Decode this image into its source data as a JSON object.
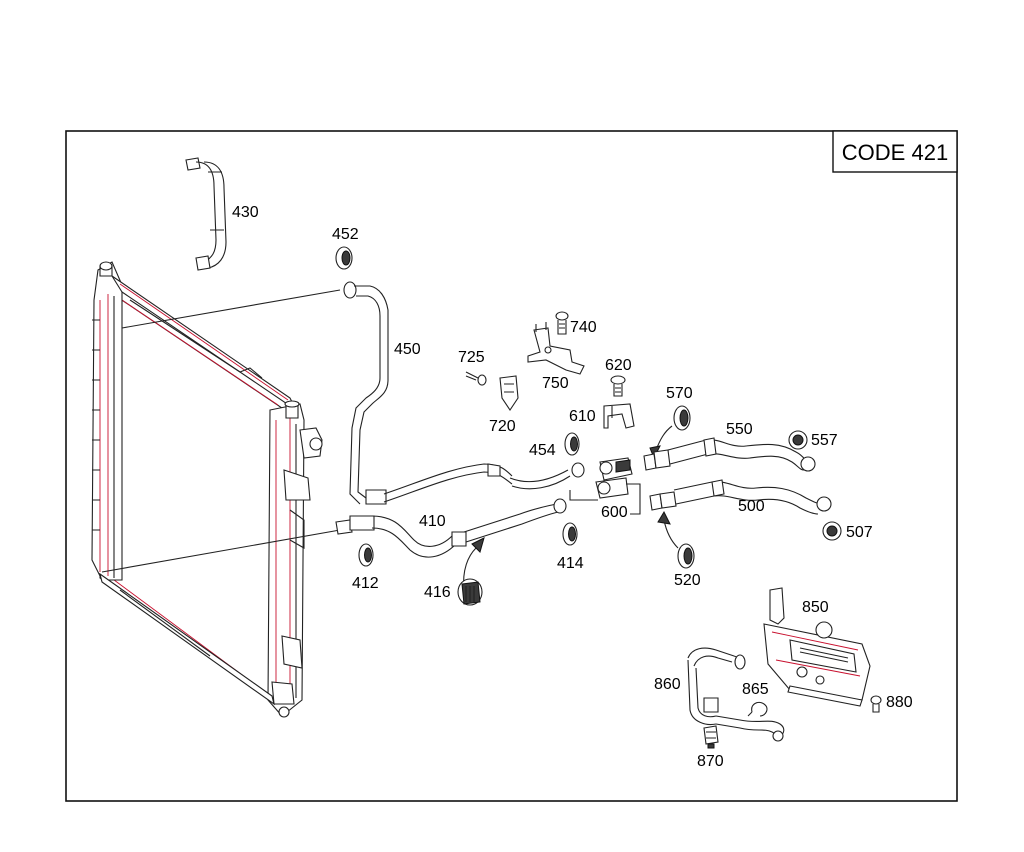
{
  "diagram": {
    "code_box": {
      "text": "CODE 421"
    },
    "colors": {
      "line": "#222222",
      "highlight": "#c8102e",
      "frame": "#111111"
    },
    "labels": {
      "p430": "430",
      "p452": "452",
      "p450": "450",
      "p725": "725",
      "p740": "740",
      "p750": "750",
      "p620": "620",
      "p720": "720",
      "p610": "610",
      "p570": "570",
      "p550": "550",
      "p557": "557",
      "p454": "454",
      "p600": "600",
      "p410": "410",
      "p500": "500",
      "p507": "507",
      "p412": "412",
      "p414": "414",
      "p416": "416",
      "p520": "520",
      "p850": "850",
      "p860": "860",
      "p865": "865",
      "p880": "880",
      "p870": "870"
    }
  }
}
